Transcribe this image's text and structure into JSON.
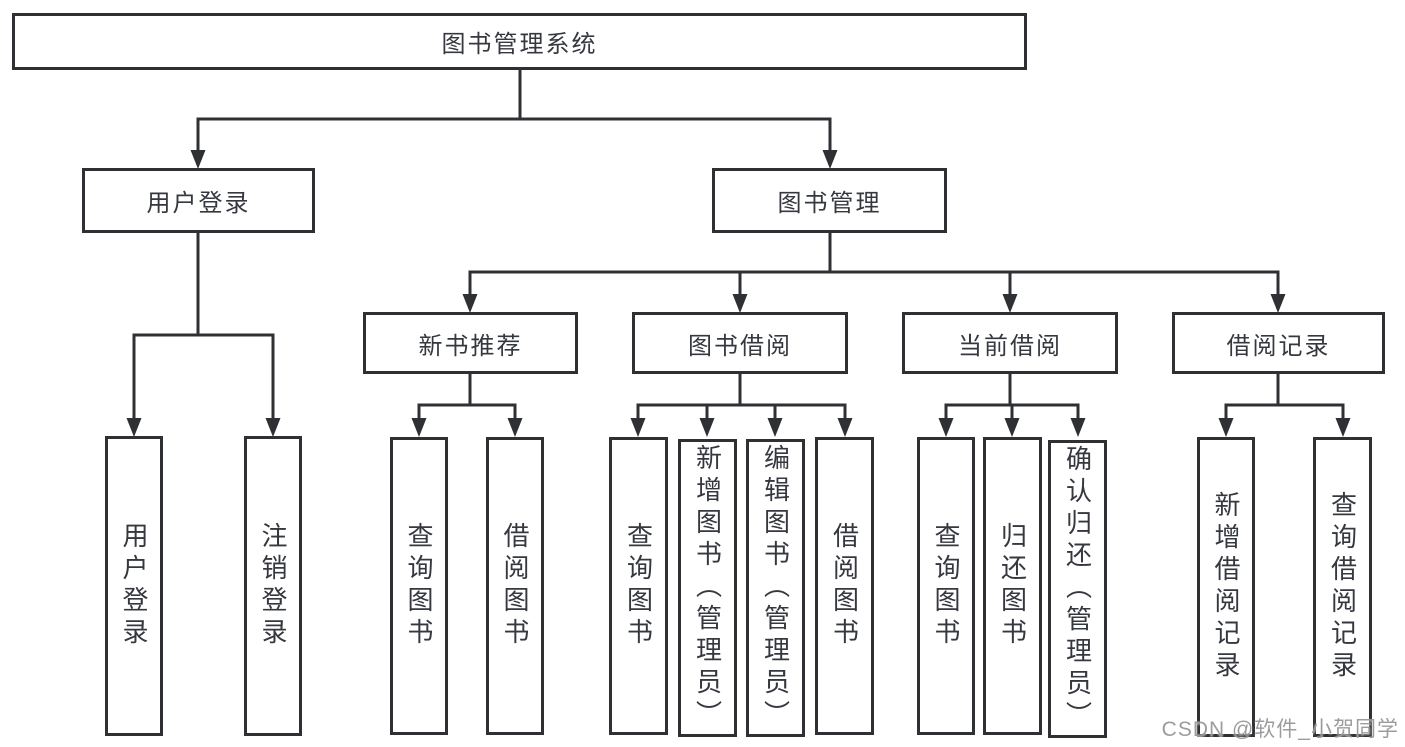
{
  "diagram": {
    "root": {
      "label": "图书管理系统"
    },
    "branches": [
      {
        "label": "用户登录",
        "children": [
          {
            "label": "用户登录"
          },
          {
            "label": "注销登录"
          }
        ]
      },
      {
        "label": "图书管理",
        "children": [
          {
            "label": "新书推荐",
            "children": [
              {
                "label": "查询图书"
              },
              {
                "label": "借阅图书"
              }
            ]
          },
          {
            "label": "图书借阅",
            "children": [
              {
                "label": "查询图书"
              },
              {
                "label": "新增图书（管理员）"
              },
              {
                "label": "编辑图书（管理员）"
              },
              {
                "label": "借阅图书"
              }
            ]
          },
          {
            "label": "当前借阅",
            "children": [
              {
                "label": "查询图书"
              },
              {
                "label": "归还图书"
              },
              {
                "label": "确认归还（管理员）"
              }
            ]
          },
          {
            "label": "借阅记录",
            "children": [
              {
                "label": "新增借阅记录"
              },
              {
                "label": "查询借阅记录"
              }
            ]
          }
        ]
      }
    ]
  },
  "watermark": {
    "text": "CSDN @软件_小贺同学"
  },
  "colors": {
    "line": "#2e3034",
    "text": "#35383e",
    "watermark": "#949494",
    "background": "#ffffff"
  }
}
